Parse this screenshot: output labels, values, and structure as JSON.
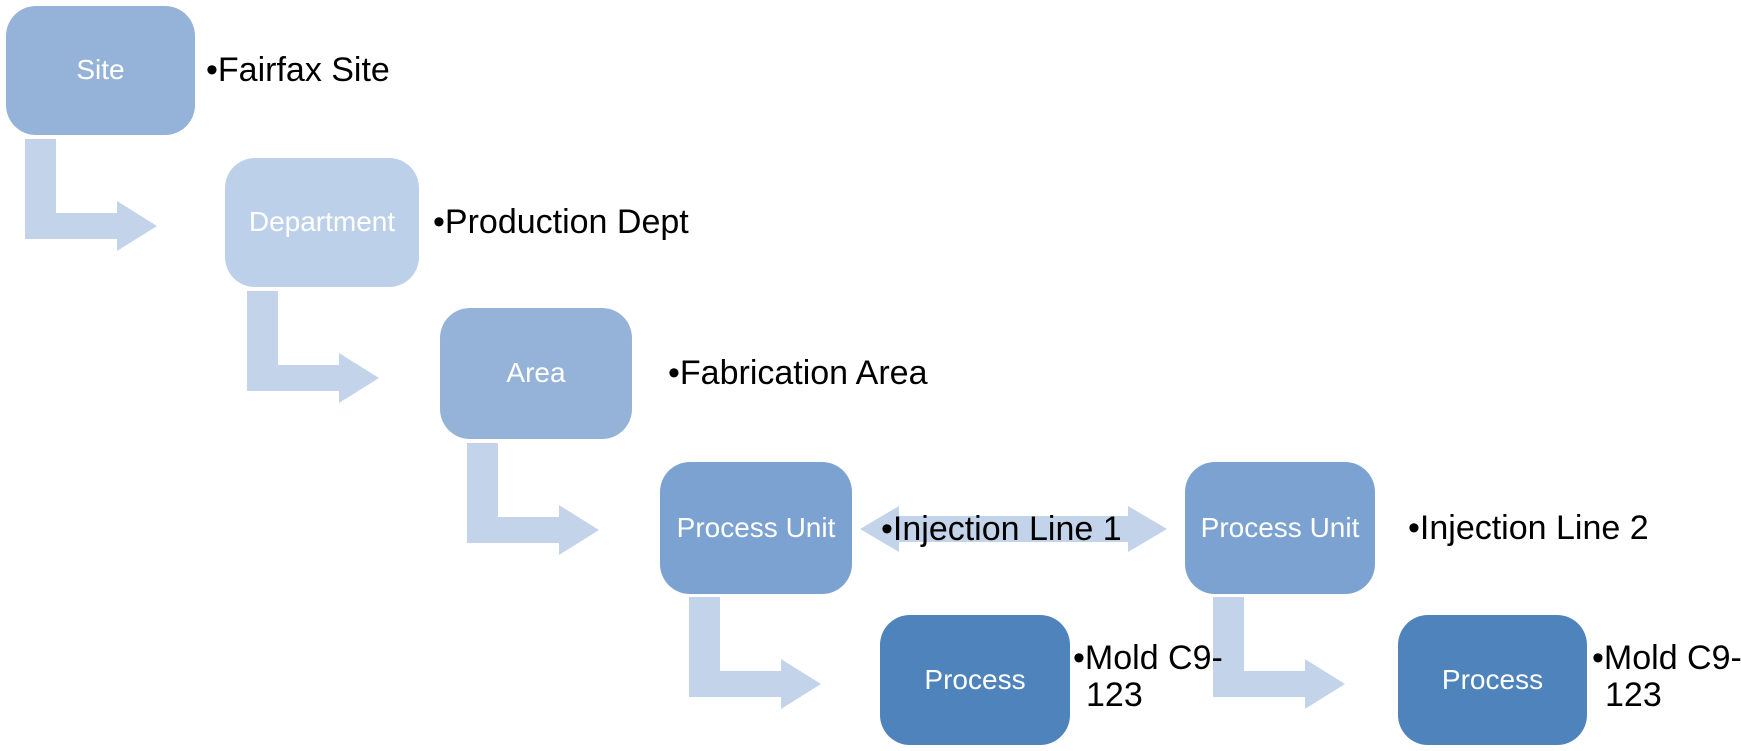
{
  "diagram": {
    "type": "hierarchy-flow",
    "description_levels": [
      "Site",
      "Department",
      "Area",
      "Process Unit",
      "Process"
    ]
  },
  "nodes": [
    {
      "id": "site",
      "label": "Site",
      "annotation": "•Fairfax Site"
    },
    {
      "id": "department",
      "label": "Department",
      "annotation": "•Production Dept"
    },
    {
      "id": "area",
      "label": "Area",
      "annotation": "•Fabrication Area"
    },
    {
      "id": "process-unit-1",
      "label": "Process Unit",
      "annotation": "•Injection Line 1"
    },
    {
      "id": "process-unit-2",
      "label": "Process Unit",
      "annotation": "•Injection Line 2"
    },
    {
      "id": "process-1",
      "label": "Process",
      "annotation": "•Mold C9-123"
    },
    {
      "id": "process-2",
      "label": "Process",
      "annotation": "•Mold C9-123"
    }
  ],
  "colors": {
    "site_box": "#95b3d8",
    "department_box": "#bdd0e9",
    "area_box": "#95b3d8",
    "process_unit_box": "#7ba2d0",
    "process_box": "#4f83bb",
    "arrow": "#c3d4ea",
    "box_label": "#ffffff",
    "annotation_text": "#000000",
    "background": "#ffffff"
  }
}
